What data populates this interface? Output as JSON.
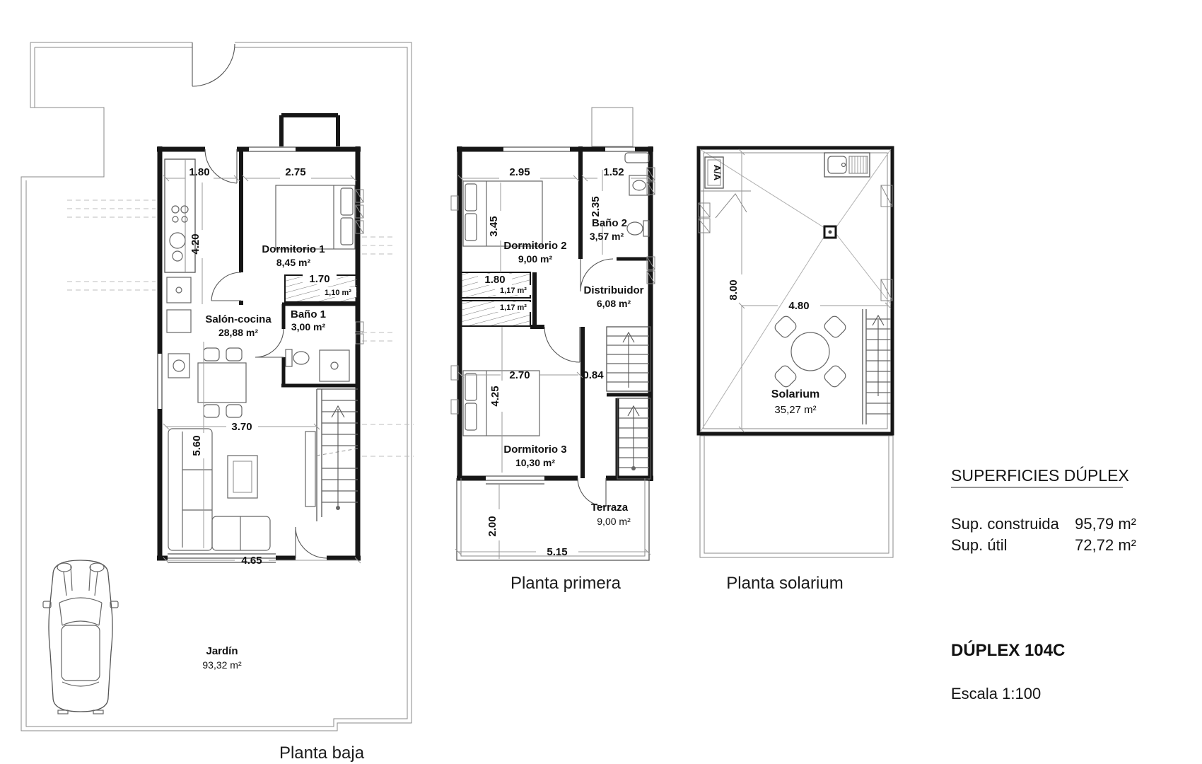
{
  "plans": {
    "baja": {
      "caption": "Planta baja",
      "salon": {
        "name": "Salón-cocina",
        "area": "28,88 m²"
      },
      "dormitorio1": {
        "name": "Dormitorio 1",
        "area": "8,45 m²"
      },
      "bano1": {
        "name": "Baño 1",
        "area": "3,00 m²"
      },
      "armario": {
        "area": "1,10 m²"
      },
      "jardin": {
        "name": "Jardín",
        "area": "93,32 m²"
      },
      "dims": {
        "w_kitchen": "1.80",
        "w_dorm1": "2.75",
        "h_kitchen": "4.20",
        "w_armario": "1.70",
        "w_salon": "3.70",
        "h_salon": "5.60",
        "w_bottom": "4.65"
      }
    },
    "primera": {
      "caption": "Planta primera",
      "dormitorio2": {
        "name": "Dormitorio 2",
        "area": "9,00 m²"
      },
      "bano2": {
        "name": "Baño 2",
        "area": "3,57 m²"
      },
      "distribuidor": {
        "name": "Distribuidor",
        "area": "6,08 m²"
      },
      "dormitorio3": {
        "name": "Dormitorio 3",
        "area": "10,30 m²"
      },
      "terraza": {
        "name": "Terraza",
        "area": "9,00 m²"
      },
      "armario1": {
        "area": "1,17 m²"
      },
      "armario2": {
        "area": "1,17 m²"
      },
      "dims": {
        "w_dorm2": "2.95",
        "w_bano2": "1.52",
        "h_dorm2": "3.45",
        "h_bano2": "2.35",
        "w_armario": "1.80",
        "w_dorm3": "2.70",
        "w_hall": "0.84",
        "h_dorm3": "4.25",
        "h_terraza": "2.00",
        "w_terraza": "5.15"
      }
    },
    "solarium": {
      "caption": "Planta solarium",
      "room": {
        "name": "Solarium",
        "area": "35,27 m²"
      },
      "ac_label": "A/A",
      "dims": {
        "h_room": "8.00",
        "w_room": "4.80"
      }
    }
  },
  "summary": {
    "title": "SUPERFICIES DÚPLEX",
    "construida_label": "Sup. construida",
    "construida_value": "95,79 m²",
    "util_label": "Sup. útil",
    "util_value": "72,72 m²",
    "unit_name": "DÚPLEX 104C",
    "scale_label": "Escala 1:100"
  }
}
